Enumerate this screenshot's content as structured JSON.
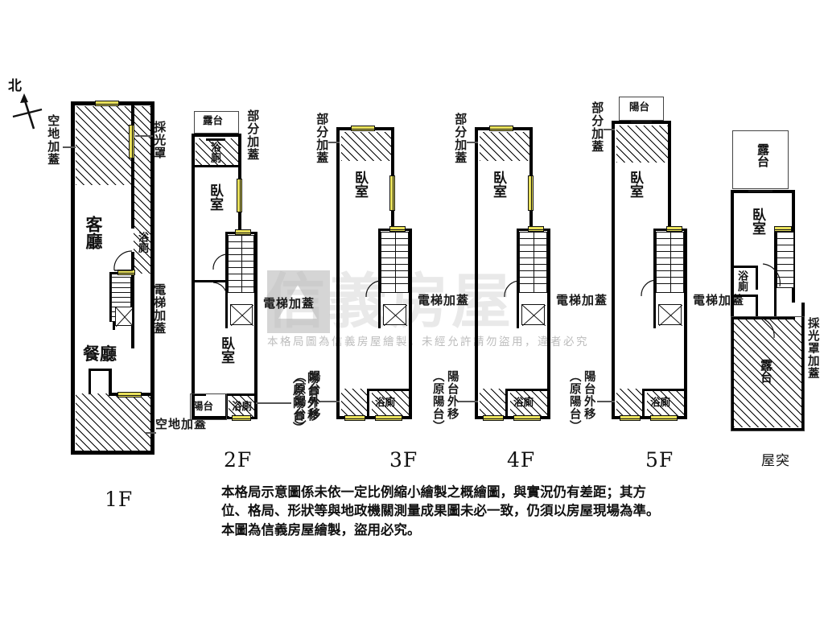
{
  "document": {
    "type": "real-estate-floor-plan",
    "north_label": "北",
    "watermark": {
      "brand": "信義房屋",
      "notice": "本格局圖為信義房屋繪製，未經允許請勿盜用，違者必究"
    },
    "disclaimer_lines": [
      "本格局示意圖係未依一定比例縮小繪製之概繪圖，與實況仍有差距；其方",
      "位、格局、形狀等與地政機關測量成果圖未必一致，仍須以房屋現場為準。",
      "本圖為信義房屋繪製，盜用必究。"
    ]
  },
  "floors": [
    {
      "id": "1F",
      "tag": "1F",
      "rooms": [
        {
          "name": "客廳",
          "role": "living-room"
        },
        {
          "name": "餐廳",
          "role": "dining-room"
        },
        {
          "name": "浴廁",
          "role": "bathroom"
        }
      ],
      "annotations": [
        {
          "text": "空地加蓋",
          "role": "open-land-addition-top"
        },
        {
          "text": "採光罩",
          "role": "skylight-cover"
        },
        {
          "text": "電梯加蓋",
          "role": "elevator-addition"
        },
        {
          "text": "空地加蓋",
          "role": "open-land-addition-bottom"
        }
      ]
    },
    {
      "id": "2F",
      "tag": "2F",
      "rooms": [
        {
          "name": "露台",
          "role": "terrace"
        },
        {
          "name": "浴廁",
          "role": "bathroom-upper"
        },
        {
          "name": "臥室",
          "role": "bedroom-upper"
        },
        {
          "name": "臥室",
          "role": "bedroom-lower"
        },
        {
          "name": "陽台",
          "role": "balcony"
        },
        {
          "name": "浴廁",
          "role": "bathroom-lower"
        }
      ],
      "annotations": [
        {
          "text": "部分加蓋",
          "role": "partial-addition"
        },
        {
          "text": "電梯加蓋",
          "role": "elevator-addition"
        },
        {
          "text": "陽台外移",
          "role": "balcony-moved"
        },
        {
          "text": "（原陽台）",
          "role": "balcony-original"
        }
      ]
    },
    {
      "id": "3F",
      "tag": "3F",
      "rooms": [
        {
          "name": "臥室",
          "role": "bedroom"
        },
        {
          "name": "浴廁",
          "role": "bathroom"
        }
      ],
      "annotations": [
        {
          "text": "部分加蓋",
          "role": "partial-addition"
        },
        {
          "text": "電梯加蓋",
          "role": "elevator-addition"
        },
        {
          "text": "陽台外移",
          "role": "balcony-moved"
        },
        {
          "text": "（原陽台）",
          "role": "balcony-original"
        }
      ]
    },
    {
      "id": "4F",
      "tag": "4F",
      "rooms": [
        {
          "name": "臥室",
          "role": "bedroom"
        },
        {
          "name": "浴廁",
          "role": "bathroom"
        }
      ],
      "annotations": [
        {
          "text": "部分加蓋",
          "role": "partial-addition"
        },
        {
          "text": "電梯加蓋",
          "role": "elevator-addition"
        },
        {
          "text": "陽台外移",
          "role": "balcony-moved"
        },
        {
          "text": "（原陽台）",
          "role": "balcony-original"
        }
      ]
    },
    {
      "id": "5F",
      "tag": "5F",
      "rooms": [
        {
          "name": "陽台",
          "role": "balcony-top"
        },
        {
          "name": "臥室",
          "role": "bedroom"
        },
        {
          "name": "浴廁",
          "role": "bathroom"
        }
      ],
      "annotations": [
        {
          "text": "部分加蓋",
          "role": "partial-addition"
        },
        {
          "text": "電梯加蓋",
          "role": "elevator-addition"
        },
        {
          "text": "陽台外移",
          "role": "balcony-moved"
        },
        {
          "text": "（原陽台）",
          "role": "balcony-original"
        }
      ]
    },
    {
      "id": "RF",
      "tag": "屋突",
      "rooms": [
        {
          "name": "露台",
          "role": "terrace-top"
        },
        {
          "name": "臥室",
          "role": "bedroom"
        },
        {
          "name": "浴廁",
          "role": "bathroom"
        },
        {
          "name": "露台",
          "role": "terrace-bottom"
        }
      ],
      "annotations": [
        {
          "text": "採光罩加蓋",
          "role": "skylight-cover-addition"
        }
      ]
    }
  ],
  "colors": {
    "wall": "#000000",
    "window": "#e8e05a",
    "hatch": "#000000",
    "watermark": "#b9b9b9",
    "text": "#111111"
  }
}
